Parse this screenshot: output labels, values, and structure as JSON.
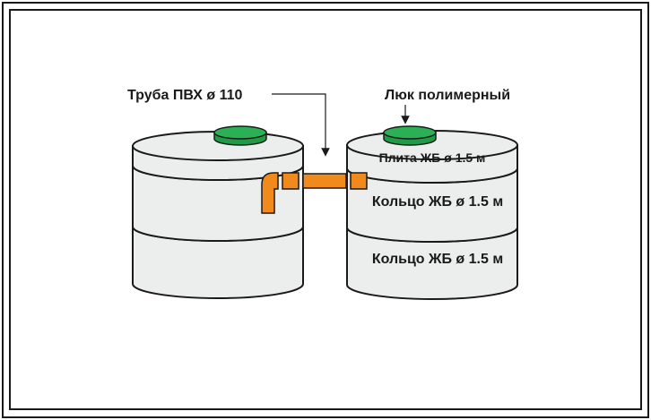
{
  "labels": {
    "pipe": "Труба ПВХ ø 110",
    "hatch": "Люк полимерный",
    "slab": "Плита ЖБ ø 1.5 м",
    "ring_upper": "Кольцо ЖБ ø 1.5 м",
    "ring_lower": "Кольцо ЖБ ø 1.5 м"
  },
  "colors": {
    "frame": "#1a1a1a",
    "ring_fill": "#eceeed",
    "ring_stroke": "#1a1a1a",
    "pipe": "#f08a1c",
    "lid": "#1f9a45"
  },
  "icons": {
    "hatch_arrow": "arrow-down-icon",
    "pipe_leader": "leader-arrow-icon"
  }
}
